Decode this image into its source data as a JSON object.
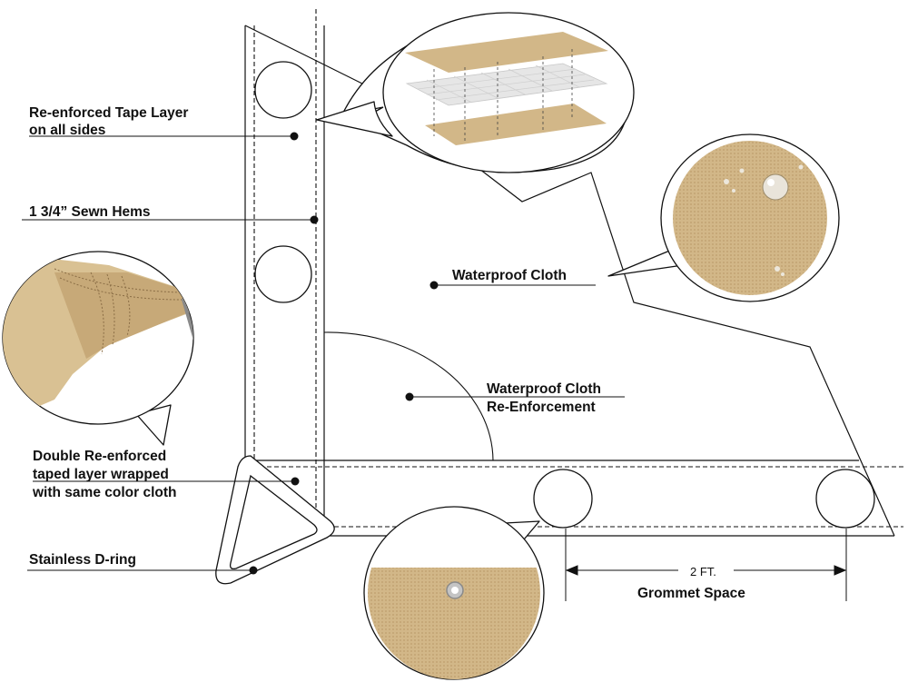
{
  "labels": {
    "tape_layer_1": "Re-enforced Tape Layer",
    "tape_layer_2": "on all sides",
    "sewn_hems": "1 3/4” Sewn Hems",
    "waterproof_cloth": "Waterproof Cloth",
    "reinforcement_1": "Waterproof Cloth",
    "reinforcement_2": "Re-Enforcement",
    "double_1": "Double Re-enforced",
    "double_2": "taped layer wrapped",
    "double_3": "with same color cloth",
    "d_ring": "Stainless D-ring",
    "spacing_value": "2 FT.",
    "grommet_space": "Grommet Space"
  },
  "colors": {
    "line": "#111111",
    "fabric": "#d2b788",
    "fabric_dark": "#bfa06d",
    "mesh": "#cfcfcf",
    "steel": "#9a9a9a"
  }
}
